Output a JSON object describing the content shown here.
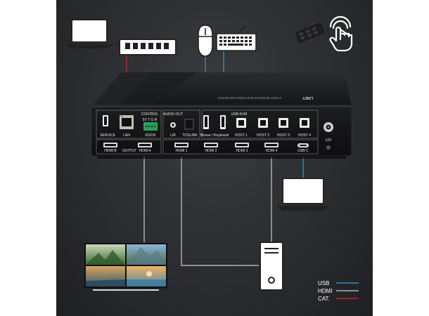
{
  "device": {
    "brand": "LINDY",
    "model_text": "4 PORT SEAMLESS MULTIVIEW KVM SWITCH",
    "ports": {
      "service": "SERVICE",
      "lan": "LAN",
      "control_title": "CONTROL",
      "control_pins": "5V T G R",
      "rs232": "RS232",
      "audio_out": "AUDIO OUT",
      "lr": "L/R",
      "toslink": "TOSLINK",
      "usb_kvm": "USB-KVM",
      "mouse_keyboard": "Mouse / Keyboard",
      "host1": "HOST 1",
      "host2": "HOST 2",
      "host3": "HOST 3",
      "host4": "HOST 4",
      "power": "12V",
      "hdmi_b": "HDMI B",
      "output": "OUTPUT",
      "hdmi_a": "HDMI A",
      "hdmi1": "HDMI 1",
      "hdmi2": "HDMI 2",
      "hdmi3": "HDMI 3",
      "hdmi4": "HDMI 4",
      "usbc": "USB-C"
    }
  },
  "legend": [
    {
      "label": "USB",
      "color": "#2e8fc0"
    },
    {
      "label": "HDMI",
      "color": "#b4b4b4"
    },
    {
      "label": "CAT.",
      "color": "#c0242c"
    }
  ],
  "icons": [
    "laptop-icon",
    "network-switch-icon",
    "mouse-icon",
    "keyboard-icon",
    "remote-control-icon",
    "touch-hand-icon",
    "monitor-icon",
    "computer-tower-icon"
  ]
}
